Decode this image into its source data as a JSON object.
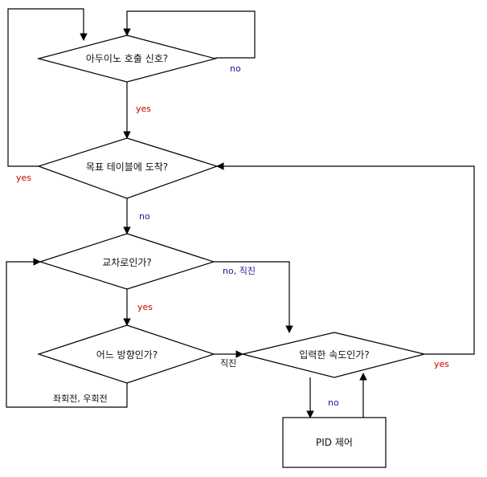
{
  "nodes": {
    "arduino_call": {
      "text": "아두이노 호출 신호?"
    },
    "reached_table": {
      "text": "목표 테이블에 도착?"
    },
    "intersection": {
      "text": "교차로인가?"
    },
    "which_direction": {
      "text": "어느 방향인가?"
    },
    "input_speed": {
      "text": "입력한 속도인가?"
    },
    "pid_control": {
      "text": "PID 제어"
    }
  },
  "edges": {
    "arduino_no": "no",
    "arduino_yes": "yes",
    "table_yes": "yes",
    "table_no": "no",
    "intersection_no": "no, 직진",
    "intersection_yes": "yes",
    "direction_straight": "직진",
    "direction_turn": "좌회전, 우회전",
    "speed_no": "no",
    "speed_yes": "yes"
  },
  "colors": {
    "yes_label": "#cc0000",
    "no_label": "#1a1a99",
    "line": "#000000"
  }
}
